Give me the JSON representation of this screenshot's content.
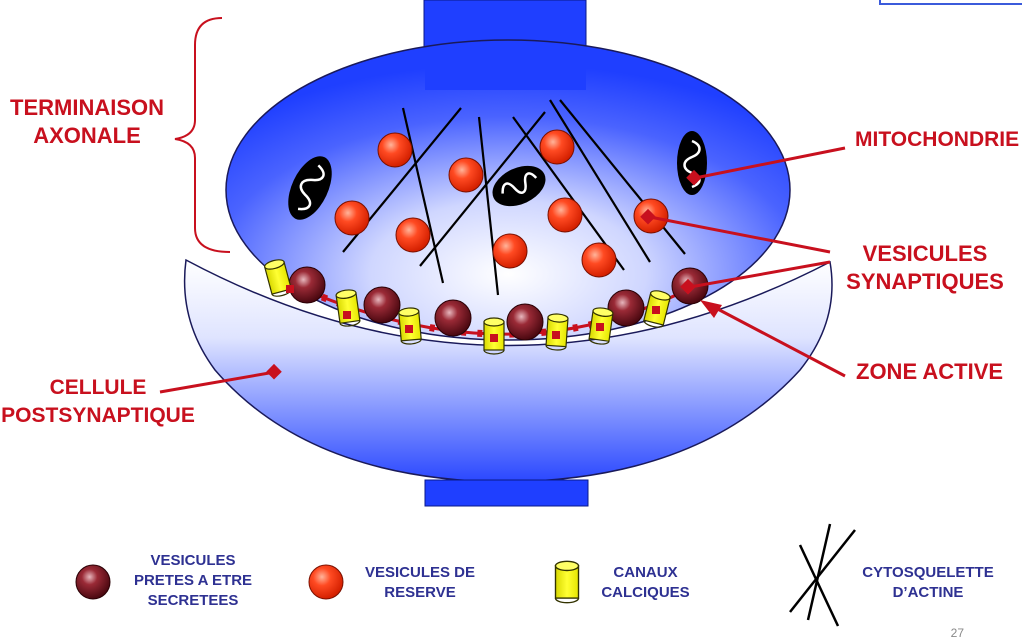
{
  "labels": {
    "terminaison": [
      "TERMINAISON",
      "AXONALE"
    ],
    "mitochondrie": "MITOCHONDRIE",
    "vesicules_synaptiques": [
      "VESICULES",
      "SYNAPTIQUES"
    ],
    "zone_active": "ZONE ACTIVE",
    "cellule_postsynaptique": [
      "CELLULE",
      "POSTSYNAPTIQUE"
    ]
  },
  "legend": {
    "vesicules_pretes": [
      "VESICULES",
      "PRETES A ETRE",
      "SECRETEES"
    ],
    "vesicules_reserve": [
      "VESICULES DE",
      "RESERVE"
    ],
    "canaux_calciques": [
      "CANAUX",
      "CALCIQUES"
    ],
    "cytosquelette": [
      "CYTOSQUELETTE",
      "D’ACTINE"
    ]
  },
  "page_number": "27",
  "colors": {
    "label_red": "#c8101e",
    "legend_blue": "#2e3192",
    "membrane_blue": "#1f3fff",
    "vesicle_orange": "#ff3b1a",
    "vesicle_dark": "#6e0e18",
    "channel_yellow": "#ffff00"
  }
}
